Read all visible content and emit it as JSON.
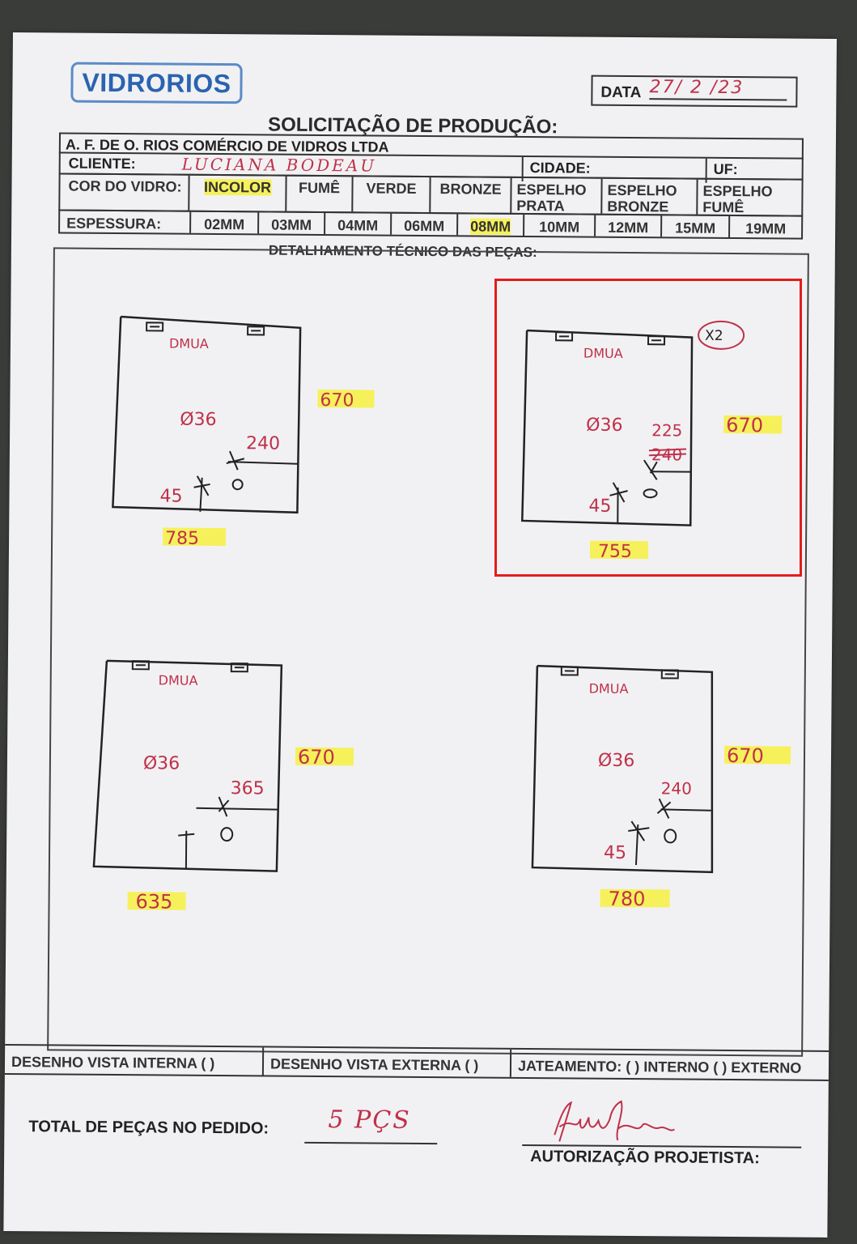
{
  "header": {
    "logo": "VIDRORIOS",
    "date_label": "DATA",
    "date_value": "27/ 2 /23",
    "title": "SOLICITAÇÃO DE PRODUÇÃO:",
    "company": "A. F. DE O. RIOS COMÉRCIO DE VIDROS LTDA",
    "client_label": "CLIENTE:",
    "client_value": "LUCIANA BODEAU",
    "city_label": "CIDADE:",
    "uf_label": "UF:"
  },
  "glass_color": {
    "label": "COR DO VIDRO:",
    "options": [
      "INCOLOR",
      "FUMÊ",
      "VERDE",
      "BRONZE",
      "ESPELHO PRATA",
      "ESPELHO BRONZE",
      "ESPELHO FUMÊ"
    ],
    "selected": "INCOLOR"
  },
  "thickness": {
    "label": "ESPESSURA:",
    "options": [
      "02MM",
      "03MM",
      "04MM",
      "06MM",
      "08MM",
      "10MM",
      "12MM",
      "15MM",
      "19MM"
    ],
    "selected": "08MM"
  },
  "section_title": "DETALHAMENTO TÉCNICO DAS PEÇAS:",
  "pieces": [
    {
      "label": "DMUA",
      "hole": "Ø36",
      "hinge_dim": "240",
      "offset": "45",
      "height": "670",
      "width": "785",
      "quantity": ""
    },
    {
      "label": "DMUA",
      "hole": "Ø36",
      "hinge_dim": "225",
      "struck_dim": "240",
      "offset": "45",
      "height": "670",
      "width": "755",
      "quantity": "X2"
    },
    {
      "label": "DMUA",
      "hole": "Ø36",
      "hinge_dim": "365",
      "offset": "",
      "height": "670",
      "width": "635",
      "quantity": ""
    },
    {
      "label": "DMUA",
      "hole": "Ø36",
      "hinge_dim": "240",
      "offset": "45",
      "height": "670",
      "width": "780",
      "quantity": ""
    }
  ],
  "footer": {
    "internal_view": "DESENHO VISTA INTERNA ( )",
    "external_view": "DESENHO VISTA EXTERNA ( )",
    "sandblasting": "JATEAMENTO: ( ) INTERNO ( ) EXTERNO",
    "total_label": "TOTAL DE PEÇAS NO PEDIDO:",
    "total_value": "5 PÇS",
    "signature": "Filipe Rios",
    "authorization_label": "AUTORIZAÇÃO PROJETISTA:"
  },
  "colors": {
    "ink": "#c0304a",
    "highlight": "#f6f15a",
    "logo": "#2a63b1",
    "annotation_box": "#e41c1c"
  }
}
